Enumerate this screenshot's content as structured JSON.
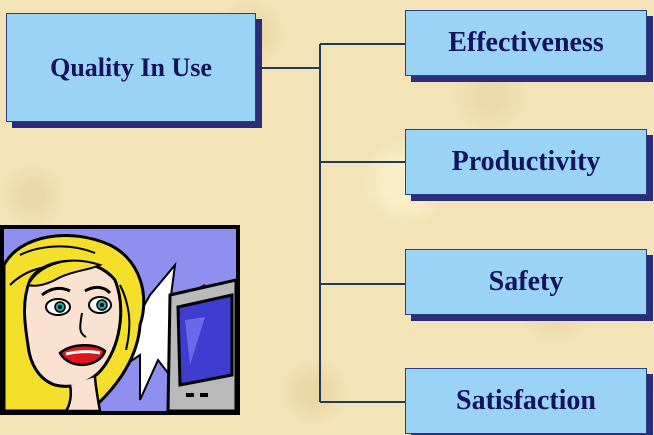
{
  "diagram": {
    "root": {
      "label": "Quality In Use"
    },
    "children": [
      {
        "label": "Effectiveness"
      },
      {
        "label": "Productivity"
      },
      {
        "label": "Safety"
      },
      {
        "label": "Satisfaction"
      }
    ]
  },
  "colors": {
    "background": "#f3e3b6",
    "box_fill": "#9ad3f5",
    "box_shadow": "#2a2e78",
    "text": "#13135e",
    "connector": "#1e3a5f"
  },
  "icons": {
    "clipart": "woman-at-computer-icon"
  }
}
